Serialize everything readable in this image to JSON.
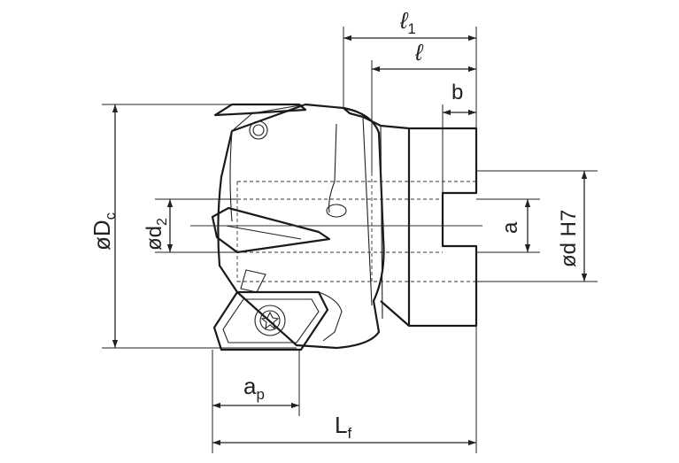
{
  "dimensions": {
    "l1": {
      "main": "ℓ",
      "sub": "1"
    },
    "l": {
      "main": "ℓ"
    },
    "b": {
      "main": "b"
    },
    "Dc": {
      "main": "øD",
      "sub": "c"
    },
    "d2": {
      "main": "ød",
      "sub": "2"
    },
    "a": {
      "main": "a"
    },
    "dH7": {
      "main": "ød H7"
    },
    "ap": {
      "main": "a",
      "sub": "p"
    },
    "Lf": {
      "main": "L",
      "sub": "f"
    }
  }
}
